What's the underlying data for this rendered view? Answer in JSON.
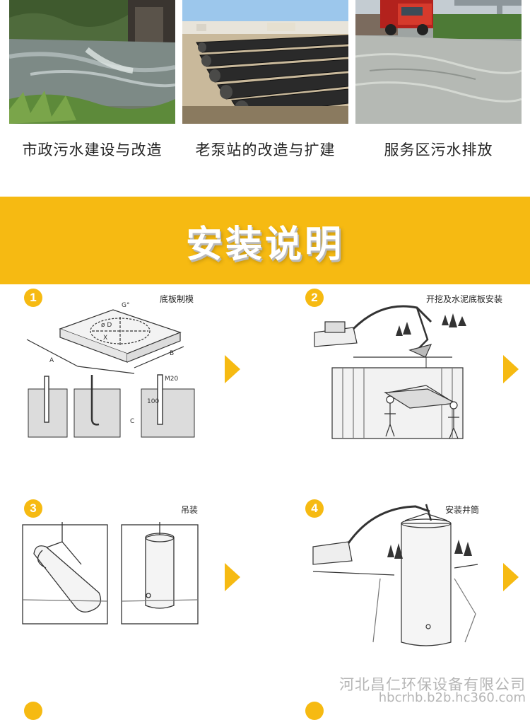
{
  "applications": [
    {
      "caption": "市政污水建设与改造",
      "image": "sewage-outfall-photo"
    },
    {
      "caption": "老泵站的改造与扩建",
      "image": "pipe-stack-photo"
    },
    {
      "caption": "服务区污水排放",
      "image": "flooded-road-photo"
    }
  ],
  "banner": {
    "title": "安装说明"
  },
  "steps": [
    {
      "number": "1",
      "label": "底板制模",
      "diagram_text": [
        "G°",
        "B",
        "A",
        "ø D",
        "X",
        "M20",
        "100",
        "C"
      ]
    },
    {
      "number": "2",
      "label": "开挖及水泥底板安装"
    },
    {
      "number": "3",
      "label": "吊装"
    },
    {
      "number": "4",
      "label": "安装井筒"
    }
  ],
  "watermark": {
    "company": "河北昌仁环保设备有限公司",
    "url": "hbcrhb.b2b.hc360.com"
  },
  "colors": {
    "accent": "#f6ba12",
    "banner_text": "#ffffff"
  }
}
